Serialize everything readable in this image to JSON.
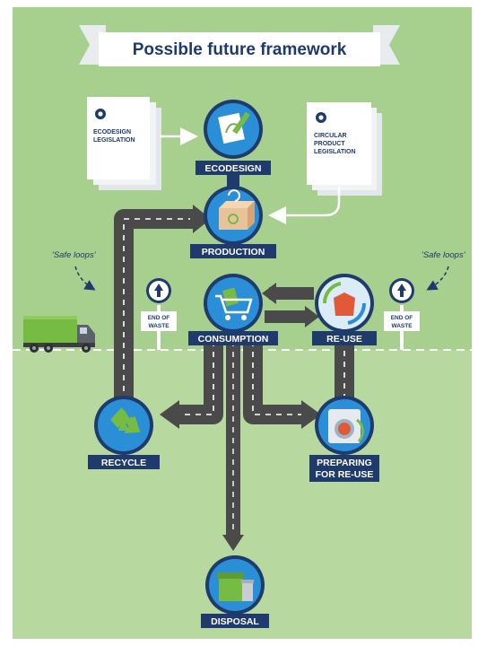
{
  "title": "Possible future framework",
  "documents": {
    "ecodesign": [
      "ECODESIGN",
      "LEGISLATION"
    ],
    "circular": [
      "CIRCULAR",
      "PRODUCT",
      "LEGISLATION"
    ]
  },
  "nodes": {
    "ecodesign": "ECODESIGN",
    "production": "PRODUCTION",
    "consumption": "CONSUMPTION",
    "reuse": "RE-USE",
    "recycle": "RECYCLE",
    "preparing_line1": "PREPARING",
    "preparing_line2": "FOR RE-USE",
    "disposal": "DISPOSAL"
  },
  "safe_loops": "'Safe loops'",
  "end_of_waste": [
    "END OF",
    "WASTE"
  ],
  "colors": {
    "upper_background": "#a7cf8e",
    "lower_background": "#b7d9a0",
    "navy": "#1f3b6d",
    "circle_blue": "#2a8fd6",
    "road": "#4a4a4a",
    "truck_green": "#76bb43"
  }
}
